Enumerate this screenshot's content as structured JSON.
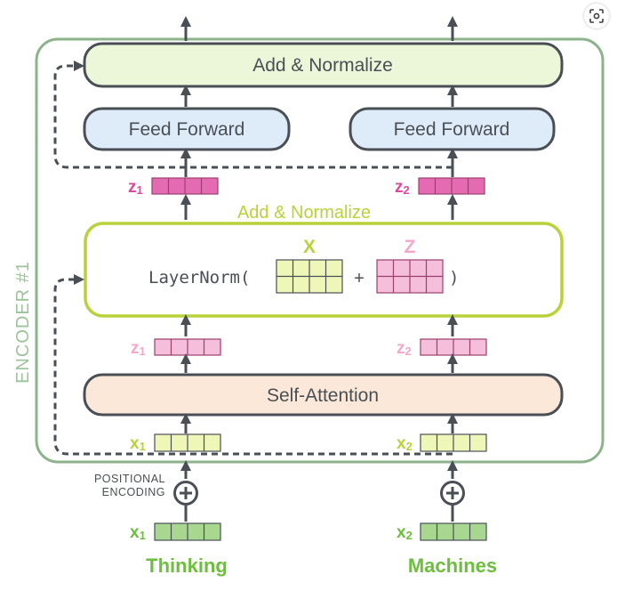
{
  "encoder_label": "ENCODER #1",
  "blocks": {
    "add_normalize_top": "Add & Normalize",
    "feed_forward_left": "Feed Forward",
    "feed_forward_right": "Feed Forward",
    "add_normalize_mid": "Add & Normalize",
    "self_attention": "Self-Attention"
  },
  "layernorm": {
    "prefix": "LayerNorm(",
    "plus": "+",
    "suffix": ")",
    "x_label": "X",
    "z_label": "Z"
  },
  "vectors": {
    "z1_top": {
      "main": "z",
      "sub": "1"
    },
    "z2_top": {
      "main": "z",
      "sub": "2"
    },
    "z1_mid": {
      "main": "z",
      "sub": "1"
    },
    "z2_mid": {
      "main": "z",
      "sub": "2"
    },
    "x1_enc": {
      "main": "x",
      "sub": "1"
    },
    "x2_enc": {
      "main": "x",
      "sub": "2"
    },
    "x1_in": {
      "main": "x",
      "sub": "1"
    },
    "x2_in": {
      "main": "x",
      "sub": "2"
    }
  },
  "positional_encoding": {
    "line1": "POSITIONAL",
    "line2": "ENCODING"
  },
  "words": {
    "left": "Thinking",
    "right": "Machines"
  },
  "colors": {
    "encoder_border": "#8db38a",
    "encoder_label": "#9cc39a",
    "dark": "#4a4f56",
    "add_norm_fill": "#ecf6d8",
    "add_norm_mid_text": "#b8d23a",
    "feed_forward_fill": "#deebf8",
    "self_attention_fill": "#fbe8d8",
    "z_strong_fill": "#e46ab2",
    "z_strong_text": "#e0489c",
    "z_light_fill": "#f5bedb",
    "z_light_text": "#f2a8cc",
    "x_light_fill": "#eef6b8",
    "x_label_text": "#b8d23a",
    "x_input_fill": "#a8d88f",
    "word_green": "#6cbf3d"
  }
}
